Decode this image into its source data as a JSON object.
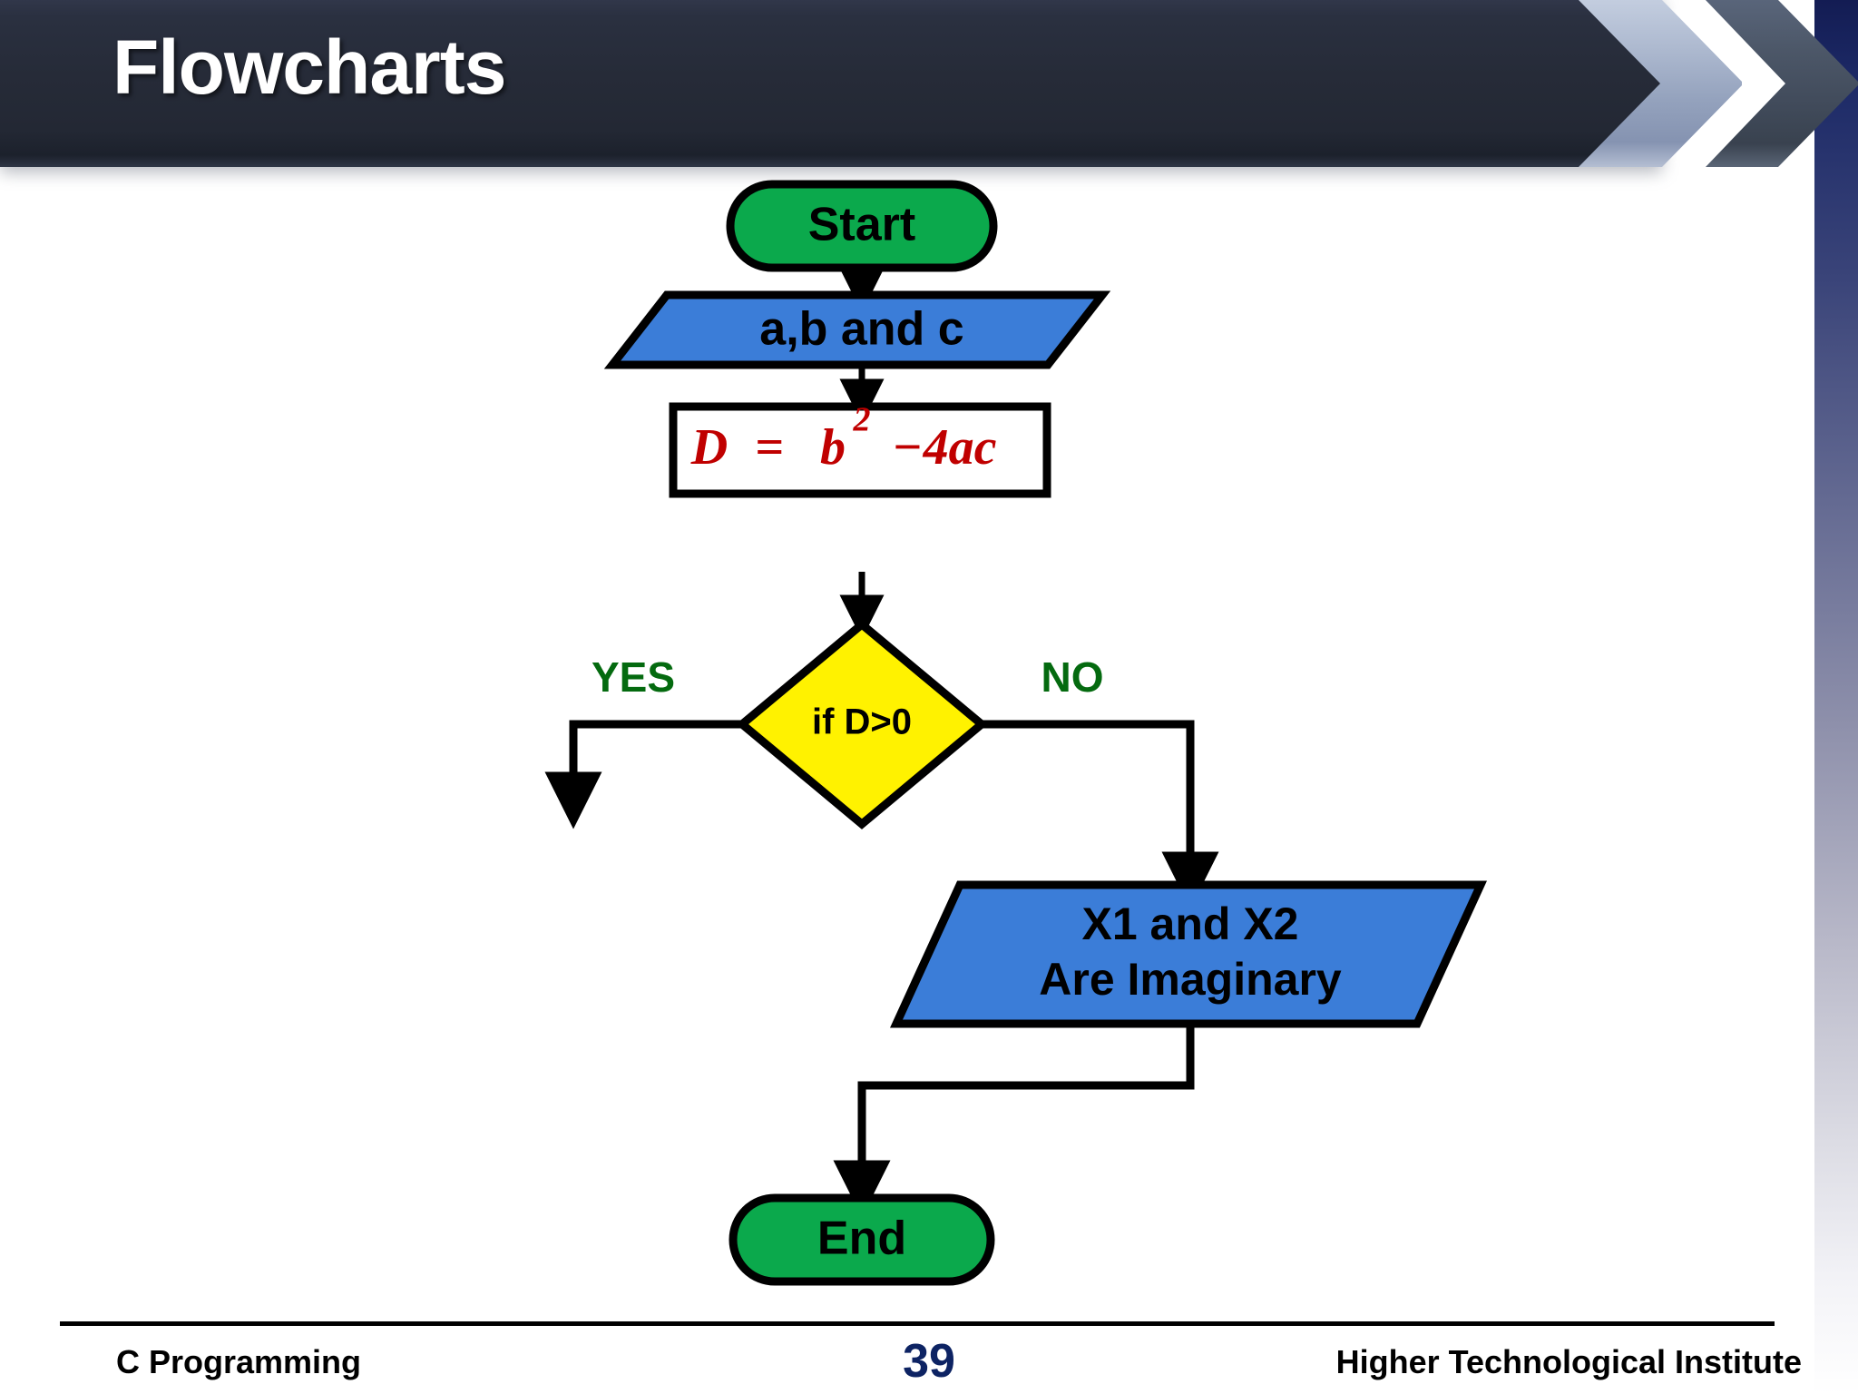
{
  "slide": {
    "title": "Flowcharts",
    "background_color": "#FFFFFF",
    "header_color": "#262B38"
  },
  "footer": {
    "left": "C Programming",
    "page_number": "39",
    "right": "Higher Technological Institute",
    "page_number_color": "#0D2363"
  },
  "chart_data": {
    "type": "diagram",
    "diagram_kind": "flowchart",
    "title": "Flowcharts",
    "colors": {
      "terminator_fill": "#0BA94C",
      "io_fill": "#3B7DD8",
      "process_fill": "#FFFFFF",
      "decision_fill": "#FFF200",
      "outline": "#000000",
      "formula_text": "#C00000",
      "branch_label": "#046A0F"
    },
    "nodes": [
      {
        "id": "start",
        "shape": "terminator",
        "label": "Start",
        "fill": "#0BA94C"
      },
      {
        "id": "input",
        "shape": "parallelogram",
        "label": "a,b and c",
        "fill": "#3B7DD8"
      },
      {
        "id": "process",
        "shape": "rectangle",
        "label": "D = b² − 4ac",
        "fill": "#FFFFFF"
      },
      {
        "id": "decision",
        "shape": "diamond",
        "label": "if D>0",
        "fill": "#FFF200"
      },
      {
        "id": "imaginary",
        "shape": "parallelogram",
        "label": "X1 and X2\nAre Imaginary",
        "fill": "#3B7DD8"
      },
      {
        "id": "end",
        "shape": "terminator",
        "label": "End",
        "fill": "#0BA94C"
      }
    ],
    "node_labels": {
      "start": "Start",
      "input": "a,b and c",
      "process_d": "D",
      "process_eq": "=",
      "process_b": "b",
      "process_sup": "2",
      "process_minus": "−",
      "process_4ac": "4ac",
      "decision": "if D>0",
      "imaginary_line1": "X1 and X2",
      "imaginary_line2": "Are Imaginary",
      "end": "End"
    },
    "edges": [
      {
        "from": "start",
        "to": "input",
        "label": ""
      },
      {
        "from": "input",
        "to": "process",
        "label": ""
      },
      {
        "from": "process",
        "to": "decision",
        "label": ""
      },
      {
        "from": "decision",
        "to": "",
        "label": "YES"
      },
      {
        "from": "decision",
        "to": "imaginary",
        "label": "NO"
      },
      {
        "from": "imaginary",
        "to": "end",
        "label": ""
      }
    ],
    "edge_labels": {
      "yes": "YES",
      "no": "NO"
    }
  }
}
